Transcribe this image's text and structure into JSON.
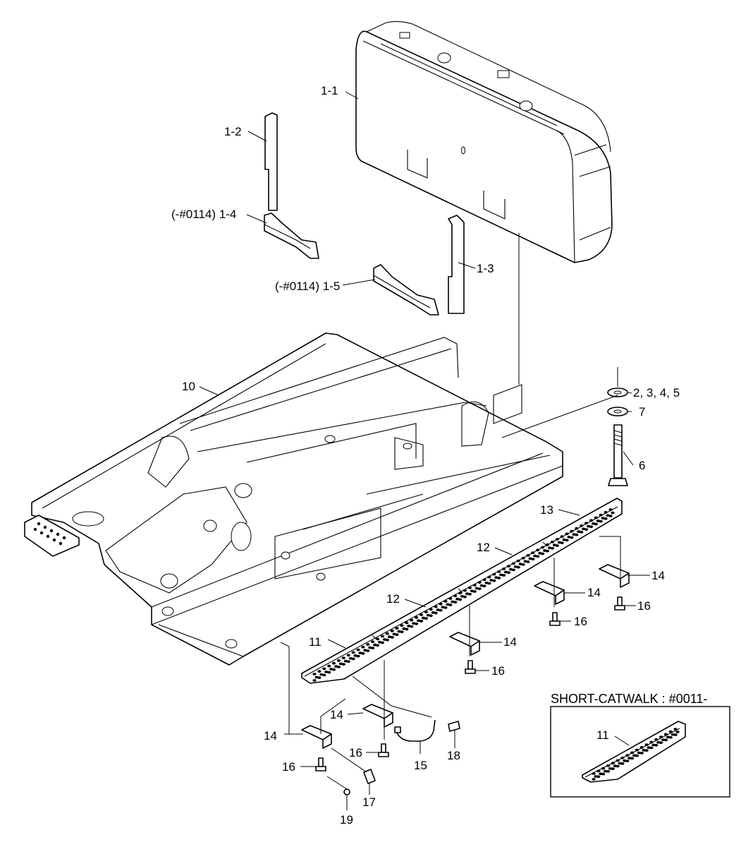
{
  "labels": {
    "p1_1": "1-1",
    "p1_2": "1-2",
    "p1_3": "1-3",
    "p1_4": "(-#0114) 1-4",
    "p1_5": "(-#0114) 1-5",
    "p2345": "2, 3, 4, 5",
    "p7": "7",
    "p6": "6",
    "p10": "10",
    "p13": "13",
    "p12a": "12",
    "p12b": "12",
    "p11": "11",
    "p14a": "14",
    "p14b": "14",
    "p14c": "14",
    "p14d": "14",
    "p14e": "14",
    "p16a": "16",
    "p16b": "16",
    "p16c": "16",
    "p16d": "16",
    "p16e": "16",
    "p15": "15",
    "p17": "17",
    "p18": "18",
    "p19": "19"
  },
  "inset": {
    "title": "SHORT-CATWALK : #0011-",
    "label": "11"
  }
}
